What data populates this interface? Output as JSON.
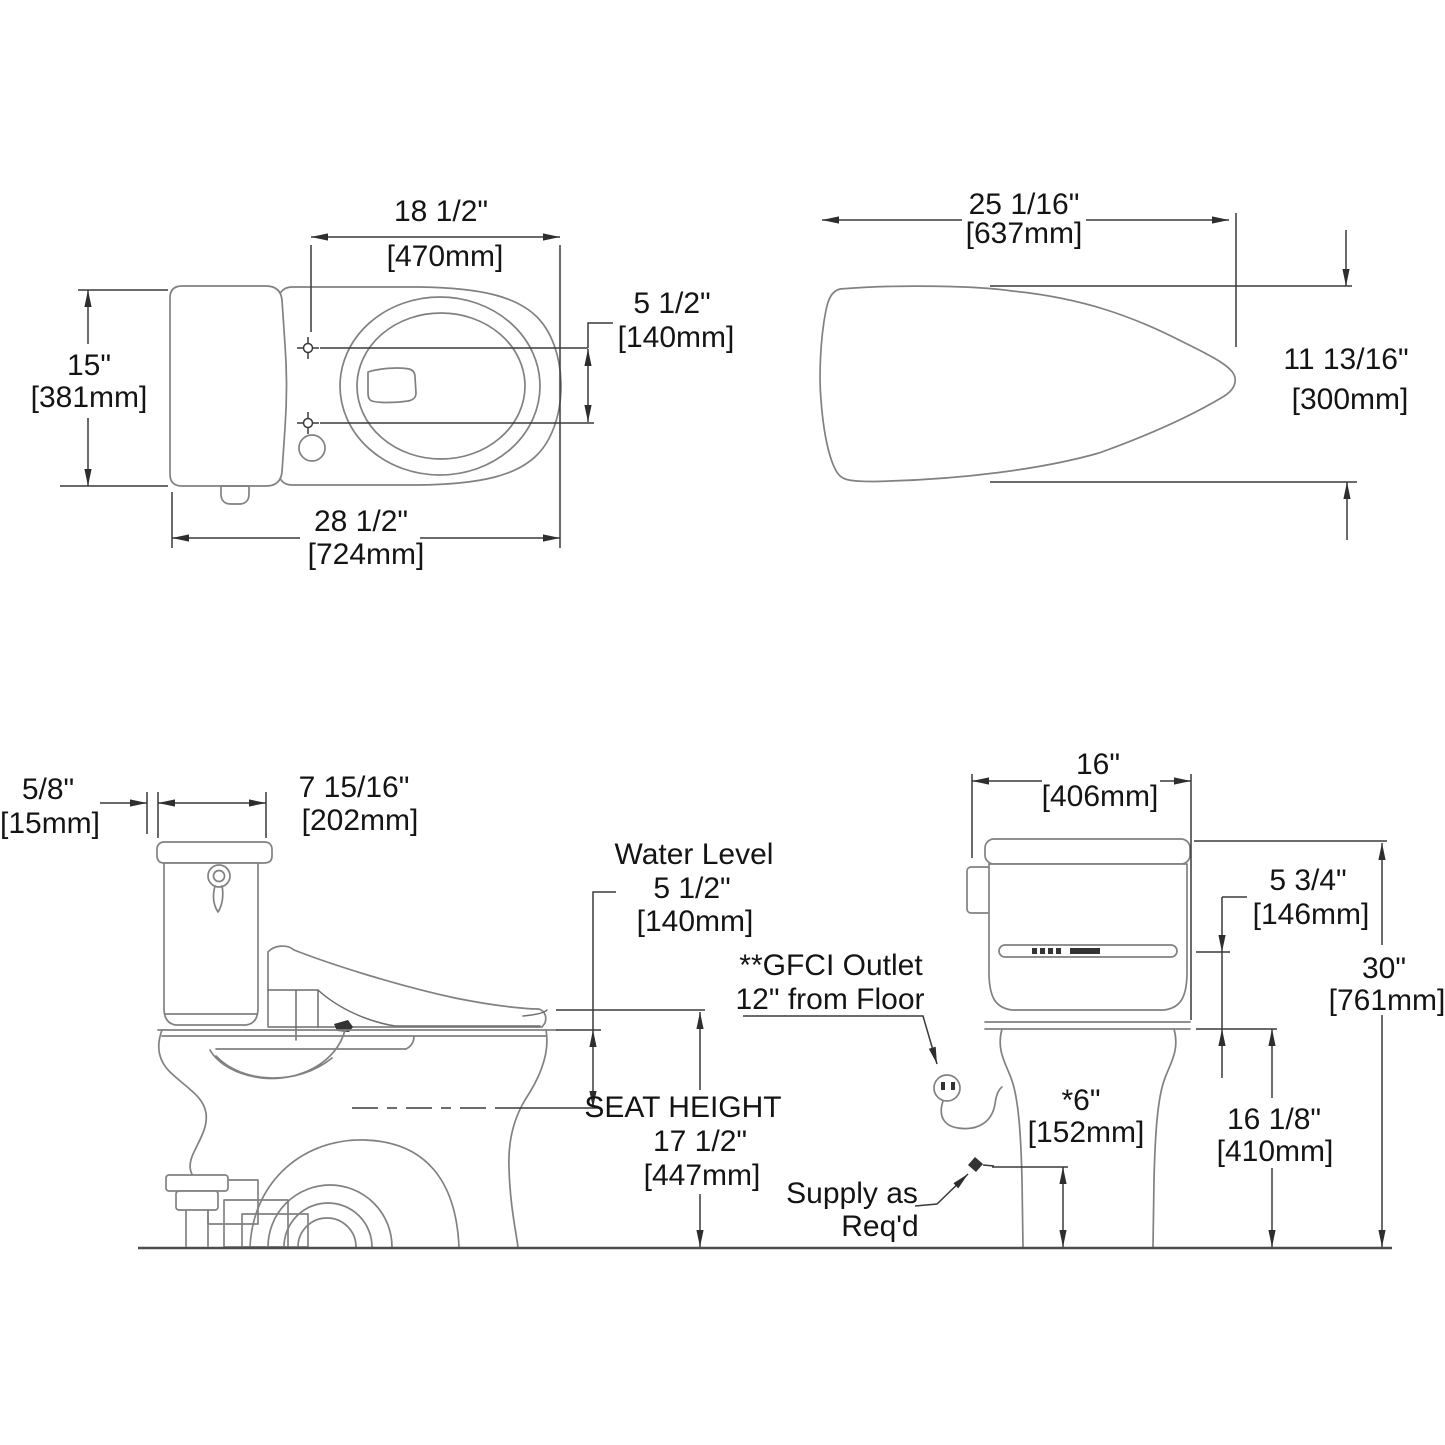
{
  "document": {
    "type": "product dimension technical drawing",
    "subject": "two-piece toilet with bidet seat – four orthographic views",
    "background_color": "#ffffff",
    "line_color": "#818181",
    "dimension_color": "#3a3a3a",
    "text_color": "#141414"
  },
  "views": {
    "top": {
      "name": "top view",
      "dims": {
        "seat_len_in": "18 1/2\"",
        "seat_len_mm": "[470mm]",
        "offset_in": "5 1/2\"",
        "offset_mm": "[140mm]",
        "width_in": "15\"",
        "width_mm": "[381mm]",
        "depth_in": "28 1/2\"",
        "depth_mm": "[724mm]"
      }
    },
    "lid": {
      "name": "seat lid top view",
      "dims": {
        "length_in": "25 1/16\"",
        "length_mm": "[637mm]",
        "width_in": "11 13/16\"",
        "width_mm": "[300mm]"
      }
    },
    "side": {
      "name": "side view",
      "dims": {
        "gap_in": "5/8\"",
        "gap_mm": "[15mm]",
        "tank_depth_in": "7 15/16\"",
        "tank_depth_mm": "[202mm]"
      },
      "labels": {
        "wl1": "Water Level",
        "wl2": "5 1/2\"",
        "wl3": "[140mm]",
        "sh1": "SEAT HEIGHT",
        "sh2": "17 1/2\"",
        "sh3": "[447mm]",
        "g1": "**GFCI Outlet",
        "g2": "12\" from Floor",
        "s1": "Supply as",
        "s2": "Req'd"
      }
    },
    "front": {
      "name": "front view",
      "dims": {
        "tank_w_in": "16\"",
        "tank_w_mm": "[406mm]",
        "panel_in": "5 3/4\"",
        "panel_mm": "[146mm]",
        "height_in": "30\"",
        "height_mm": "[761mm]",
        "supply_in": "*6\"",
        "supply_mm": "[152mm]",
        "rim_in": "16 1/8\"",
        "rim_mm": "[410mm]"
      }
    }
  }
}
